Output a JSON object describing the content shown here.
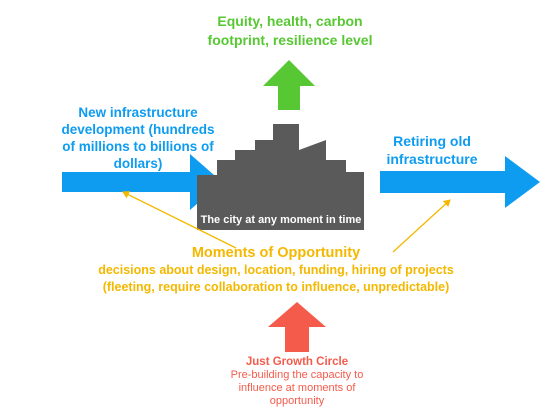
{
  "top_label": {
    "line1": "Equity, health, carbon",
    "line2": "footprint, resilience level"
  },
  "left_label": {
    "line1": "New infrastructure",
    "line2": "development (hundreds",
    "line3": "of millions to billions of",
    "line4": "dollars)"
  },
  "right_label": {
    "line1": "Retiring old",
    "line2": "infrastructure"
  },
  "city_label": "The city at any moment in time",
  "opportunity": {
    "title": "Moments of Opportunity",
    "line2": "decisions about design, location, funding, hiring of projects",
    "line3": "(fleeting, require collaboration to influence, unpredictable)"
  },
  "bottom": {
    "title": "Just Growth Circle",
    "line1": "Pre-building the capacity to",
    "line2": "influence at moments of",
    "line3": "opportunity"
  },
  "colors": {
    "green": "#57c833",
    "blue": "#0e9cf0",
    "orange": "#f4b800",
    "red": "#f55b4b",
    "city": "#5a5a5a"
  },
  "icons": {
    "top_arrow": "up-arrow-icon",
    "left_arrow": "right-arrow-icon",
    "right_arrow": "right-arrow-icon",
    "bottom_arrow": "up-arrow-icon"
  }
}
